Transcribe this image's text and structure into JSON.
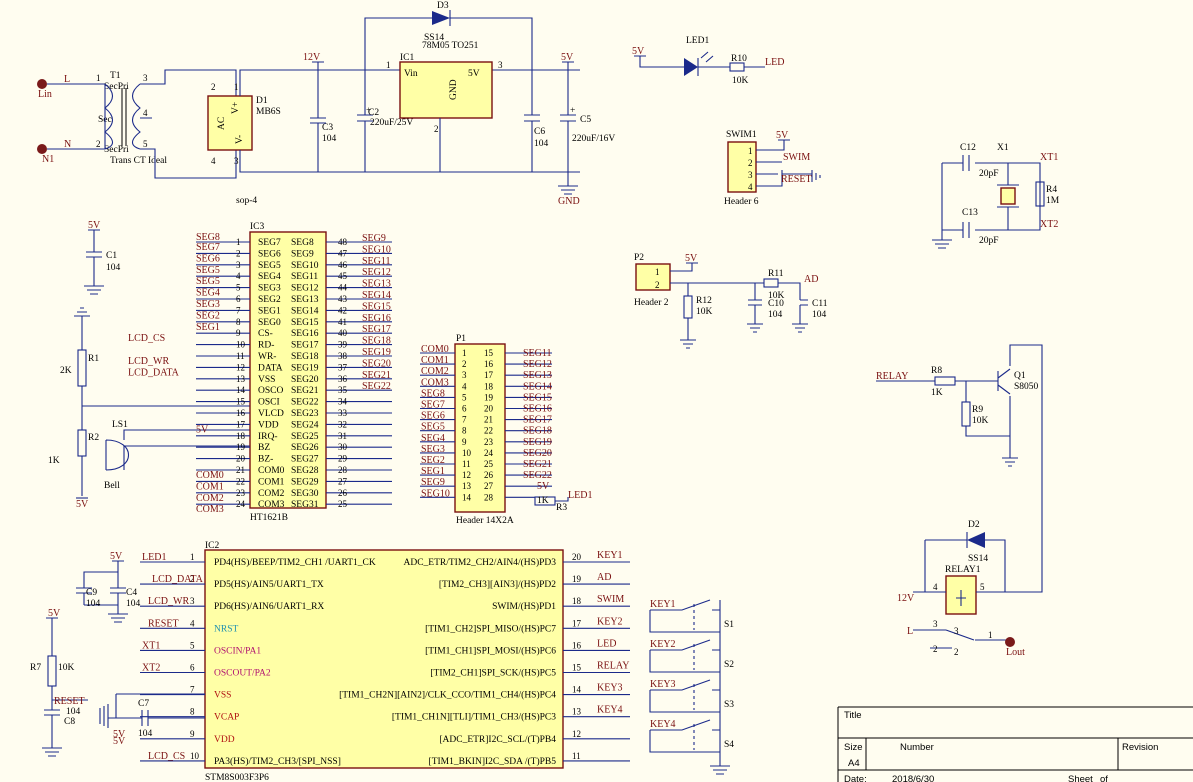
{
  "ht1621": {
    "ref": "IC3",
    "part": "HT1621B",
    "left_pins": [
      {
        "n": "1",
        "name": "SEG7",
        "net": "SEG7"
      },
      {
        "n": "2",
        "name": "SEG6",
        "net": "SEG6"
      },
      {
        "n": "3",
        "name": "SEG5",
        "net": "SEG5"
      },
      {
        "n": "4",
        "name": "SEG4",
        "net": "SEG5"
      },
      {
        "n": "5",
        "name": "SEG3",
        "net": "SEG4"
      },
      {
        "n": "6",
        "name": "SEG2",
        "net": "SEG3"
      },
      {
        "n": "7",
        "name": "SEG1",
        "net": "SEG2"
      },
      {
        "n": "8",
        "name": "SEG0",
        "net": "SEG1"
      },
      {
        "n": "9",
        "name": "CS-",
        "net": "LCD_CS"
      },
      {
        "n": "10",
        "name": "RD-",
        "net": ""
      },
      {
        "n": "11",
        "name": "WR-",
        "net": "LCD_WR"
      },
      {
        "n": "12",
        "name": "DATA",
        "net": "LCD_DATA"
      },
      {
        "n": "13",
        "name": "VSS",
        "net": ""
      },
      {
        "n": "14",
        "name": "OSCO",
        "net": ""
      },
      {
        "n": "15",
        "name": "OSCI",
        "net": ""
      },
      {
        "n": "16",
        "name": "VLCD",
        "net": ""
      },
      {
        "n": "17",
        "name": "VDD",
        "net": "5V"
      },
      {
        "n": "18",
        "name": "IRQ-",
        "net": ""
      },
      {
        "n": "19",
        "name": "BZ",
        "net": ""
      },
      {
        "n": "20",
        "name": "BZ-",
        "net": ""
      },
      {
        "n": "21",
        "name": "COM0",
        "net": "COM0"
      },
      {
        "n": "22",
        "name": "COM1",
        "net": "COM1"
      },
      {
        "n": "23",
        "name": "COM2",
        "net": "COM2"
      },
      {
        "n": "24",
        "name": "COM3",
        "net": "COM3"
      }
    ],
    "top_net": "SEG8",
    "right_pins": [
      {
        "n": "48",
        "name": "SEG8",
        "net": "SEG9"
      },
      {
        "n": "47",
        "name": "SEG9",
        "net": "SEG10"
      },
      {
        "n": "46",
        "name": "SEG10",
        "net": "SEG11"
      },
      {
        "n": "45",
        "name": "SEG11",
        "net": "SEG12"
      },
      {
        "n": "44",
        "name": "SEG12",
        "net": "SEG13"
      },
      {
        "n": "43",
        "name": "SEG13",
        "net": "SEG14"
      },
      {
        "n": "42",
        "name": "SEG14",
        "net": "SEG15"
      },
      {
        "n": "41",
        "name": "SEG15",
        "net": "SEG16"
      },
      {
        "n": "40",
        "name": "SEG16",
        "net": "SEG17"
      },
      {
        "n": "39",
        "name": "SEG17",
        "net": "SEG18"
      },
      {
        "n": "38",
        "name": "SEG18",
        "net": "SEG19"
      },
      {
        "n": "37",
        "name": "SEG19",
        "net": "SEG20"
      },
      {
        "n": "36",
        "name": "SEG20",
        "net": "SEG21"
      },
      {
        "n": "35",
        "name": "SEG21",
        "net": "SEG22"
      },
      {
        "n": "34",
        "name": "SEG22",
        "net": ""
      },
      {
        "n": "33",
        "name": "SEG23",
        "net": ""
      },
      {
        "n": "32",
        "name": "SEG24",
        "net": ""
      },
      {
        "n": "31",
        "name": "SEG25",
        "net": ""
      },
      {
        "n": "30",
        "name": "SEG26",
        "net": ""
      },
      {
        "n": "29",
        "name": "SEG27",
        "net": ""
      },
      {
        "n": "28",
        "name": "SEG28",
        "net": ""
      },
      {
        "n": "27",
        "name": "SEG29",
        "net": ""
      },
      {
        "n": "26",
        "name": "SEG30",
        "net": ""
      },
      {
        "n": "25",
        "name": "SEG31",
        "net": ""
      }
    ]
  },
  "header14": {
    "ref": "P1",
    "part": "Header 14X2A",
    "left": [
      {
        "net": "COM0",
        "n": "1"
      },
      {
        "net": "COM1",
        "n": "2"
      },
      {
        "net": "COM2",
        "n": "3"
      },
      {
        "net": "COM3",
        "n": "4"
      },
      {
        "net": "SEG8",
        "n": "5"
      },
      {
        "net": "SEG7",
        "n": "6"
      },
      {
        "net": "SEG6",
        "n": "7"
      },
      {
        "net": "SEG5",
        "n": "8"
      },
      {
        "net": "SEG4",
        "n": "9"
      },
      {
        "net": "SEG3",
        "n": "10"
      },
      {
        "net": "SEG2",
        "n": "11"
      },
      {
        "net": "SEG1",
        "n": "12"
      },
      {
        "net": "SEG9",
        "n": "13"
      },
      {
        "net": "SEG10",
        "n": "14"
      }
    ],
    "right": [
      {
        "net": "SEG11",
        "n": "15"
      },
      {
        "net": "SEG12",
        "n": "16"
      },
      {
        "net": "SEG13",
        "n": "17"
      },
      {
        "net": "SEG14",
        "n": "18"
      },
      {
        "net": "SEG15",
        "n": "19"
      },
      {
        "net": "SEG16",
        "n": "20"
      },
      {
        "net": "SEG17",
        "n": "21"
      },
      {
        "net": "SEG18",
        "n": "22"
      },
      {
        "net": "SEG19",
        "n": "23"
      },
      {
        "net": "SEG20",
        "n": "24"
      },
      {
        "net": "SEG21",
        "n": "25"
      },
      {
        "net": "SEG22",
        "n": "26"
      },
      {
        "net": "5V",
        "n": "27"
      },
      {
        "net": "",
        "n": "28"
      }
    ],
    "r3": "R3",
    "r3_val": "1K",
    "led1_net": "LED1"
  },
  "stm8": {
    "ref": "IC2",
    "part": "STM8S003F3P6",
    "left_pins": [
      {
        "n": "1",
        "name": "PD4(HS)/BEEP/TIM2_CH1 /UART1_CK",
        "net": "LED1",
        "cls": "inn"
      },
      {
        "n": "2",
        "name": "PD5(HS)/AIN5/UART1_TX",
        "net": "LCD_DATA",
        "cls": "inn"
      },
      {
        "n": "3",
        "name": "PD6(HS)/AIN6/UART1_RX",
        "net": "LCD_WR",
        "cls": "inn"
      },
      {
        "n": "4",
        "name": "NRST",
        "net": "RESET",
        "cls": "cya"
      },
      {
        "n": "5",
        "name": "OSCIN/PA1",
        "net": "XT1",
        "cls": "pnk"
      },
      {
        "n": "6",
        "name": "OSCOUT/PA2",
        "net": "XT2",
        "cls": "pnk"
      },
      {
        "n": "7",
        "name": "VSS",
        "net": "",
        "cls": "red"
      },
      {
        "n": "8",
        "name": "VCAP",
        "net": "",
        "cls": "red"
      },
      {
        "n": "9",
        "name": "VDD",
        "net": "5V",
        "cls": "red"
      },
      {
        "n": "10",
        "name": "PA3(HS)/TIM2_CH3/[SPI_NSS]",
        "net": "LCD_CS",
        "cls": "inn"
      }
    ],
    "right_pins": [
      {
        "n": "20",
        "name": "ADC_ETR/TIM2_CH2/AIN4/(HS)PD3",
        "net": "KEY1"
      },
      {
        "n": "19",
        "name": "[TIM2_CH3][AIN3]/(HS)PD2",
        "net": "AD"
      },
      {
        "n": "18",
        "name": "SWIM/(HS)PD1",
        "net": "SWIM"
      },
      {
        "n": "17",
        "name": "[TIM1_CH2]SPI_MISO/(HS)PC7",
        "net": "KEY2"
      },
      {
        "n": "16",
        "name": "[TIM1_CH1]SPI_MOSI/(HS)PC6",
        "net": "LED"
      },
      {
        "n": "15",
        "name": "[TIM2_CH1]SPI_SCK/(HS)PC5",
        "net": "RELAY"
      },
      {
        "n": "14",
        "name": "[TIM1_CH2N][AIN2]/CLK_CCO/TIM1_CH4/(HS)PC4",
        "net": "KEY3"
      },
      {
        "n": "13",
        "name": "[TIM1_CH1N][TLI]/TIM1_CH3/(HS)PC3",
        "net": "KEY4"
      },
      {
        "n": "12",
        "name": "[ADC_ETR]I2C_SCL/(T)PB4",
        "net": ""
      },
      {
        "n": "11",
        "name": "[TIM1_BKIN]I2C_SDA /(T)PB5",
        "net": ""
      }
    ]
  },
  "power": {
    "lin": "Lin",
    "n1": "N1",
    "l": "L",
    "n": "N",
    "t1": "T1",
    "t1_pri": "SecPri",
    "t1_sec": "Sec",
    "t1_val": "Trans CT Ideal",
    "t1_pins": [
      "1",
      "2",
      "3",
      "4",
      "5"
    ],
    "d1": "D1",
    "d1_val": "MB6S",
    "d1_pkg": "sop-4",
    "d1_ac": "AC",
    "d1_vp": "V+",
    "d1_vm": "V-",
    "d1_pins": [
      "2",
      "1",
      "4",
      "3"
    ],
    "v12": "12V",
    "c3": "C3",
    "c3_val": "104",
    "c2": "C2",
    "c2_val": "220uF/25V",
    "ic1": "IC1",
    "ic1_vin": "Vin",
    "ic1_5v": "5V",
    "ic1_gnd": "GND",
    "ic1_pins": [
      "1",
      "3",
      "2"
    ],
    "d3": "D3",
    "d3_val": "SS14",
    "d3_pkg": "78M05 TO251",
    "v5": "5V",
    "c6": "C6",
    "c6_val": "104",
    "c5": "C5",
    "c5_val": "220uF/16V",
    "gnd": "GND"
  },
  "led": {
    "v5": "5V",
    "ref": "LED1",
    "r": "R10",
    "r_val": "10K",
    "net": "LED"
  },
  "swim": {
    "ref": "SWIM1",
    "part": "Header 6",
    "v5": "5V",
    "swim": "SWIM",
    "reset": "RESET",
    "pins": [
      "1",
      "2",
      "3",
      "4"
    ]
  },
  "xtal": {
    "c12": "C12",
    "c12_val": "20pF",
    "c13": "C13",
    "c13_val": "20pF",
    "x1": "X1",
    "r4": "R4",
    "r4_val": "1M",
    "xt1": "XT1",
    "xt2": "XT2"
  },
  "p2": {
    "ref": "P2",
    "part": "Header 2",
    "v5": "5V",
    "pins": [
      "1",
      "2"
    ],
    "r11": "R11",
    "r11_val": "10K",
    "ad": "AD",
    "r12": "R12",
    "r12_val": "10K",
    "c10": "C10",
    "c10_val": "104",
    "c11": "C11",
    "c11_val": "104"
  },
  "relaydrv": {
    "net": "RELAY",
    "r8": "R8",
    "r8_val": "1K",
    "r9": "R9",
    "r9_val": "10K",
    "q1": "Q1",
    "q1_val": "S8050"
  },
  "relay": {
    "d2": "D2",
    "d2_val": "SS14",
    "ref": "RELAY1",
    "v12": "12V",
    "l": "L",
    "lout": "Lout",
    "pins": [
      "4",
      "5",
      "3",
      "2",
      "1"
    ],
    "pins2": [
      "3",
      "2"
    ]
  },
  "lcdsupport": {
    "v5": "5V",
    "c1": "C1",
    "c1_val": "104",
    "r1": "R1",
    "r1_val": "2K",
    "r2": "R2",
    "r2_val": "1K",
    "v5b": "5V",
    "ls1": "LS1",
    "ls1_val": "Bell"
  },
  "stmsupport": {
    "v5": "5V",
    "c9": "C9",
    "c9_val": "104",
    "c4": "C4",
    "c4_val": "104",
    "v5b": "5V",
    "r7": "R7",
    "r7_val": "10K",
    "reset": "RESET",
    "c8": "C8",
    "c8_val": "104",
    "c7": "C7",
    "c7_val": "104",
    "v5c": "5V"
  },
  "keys": [
    {
      "net": "KEY1",
      "sw": "S1"
    },
    {
      "net": "KEY2",
      "sw": "S2"
    },
    {
      "net": "KEY3",
      "sw": "S3"
    },
    {
      "net": "KEY4",
      "sw": "S4"
    }
  ],
  "titleblock": {
    "title": "Title",
    "size": "Size",
    "size_val": "A4",
    "number": "Number",
    "revision": "Revision",
    "date": "Date:",
    "date_val": "2018/6/30",
    "sheet": "Sheet",
    "of": "of"
  }
}
